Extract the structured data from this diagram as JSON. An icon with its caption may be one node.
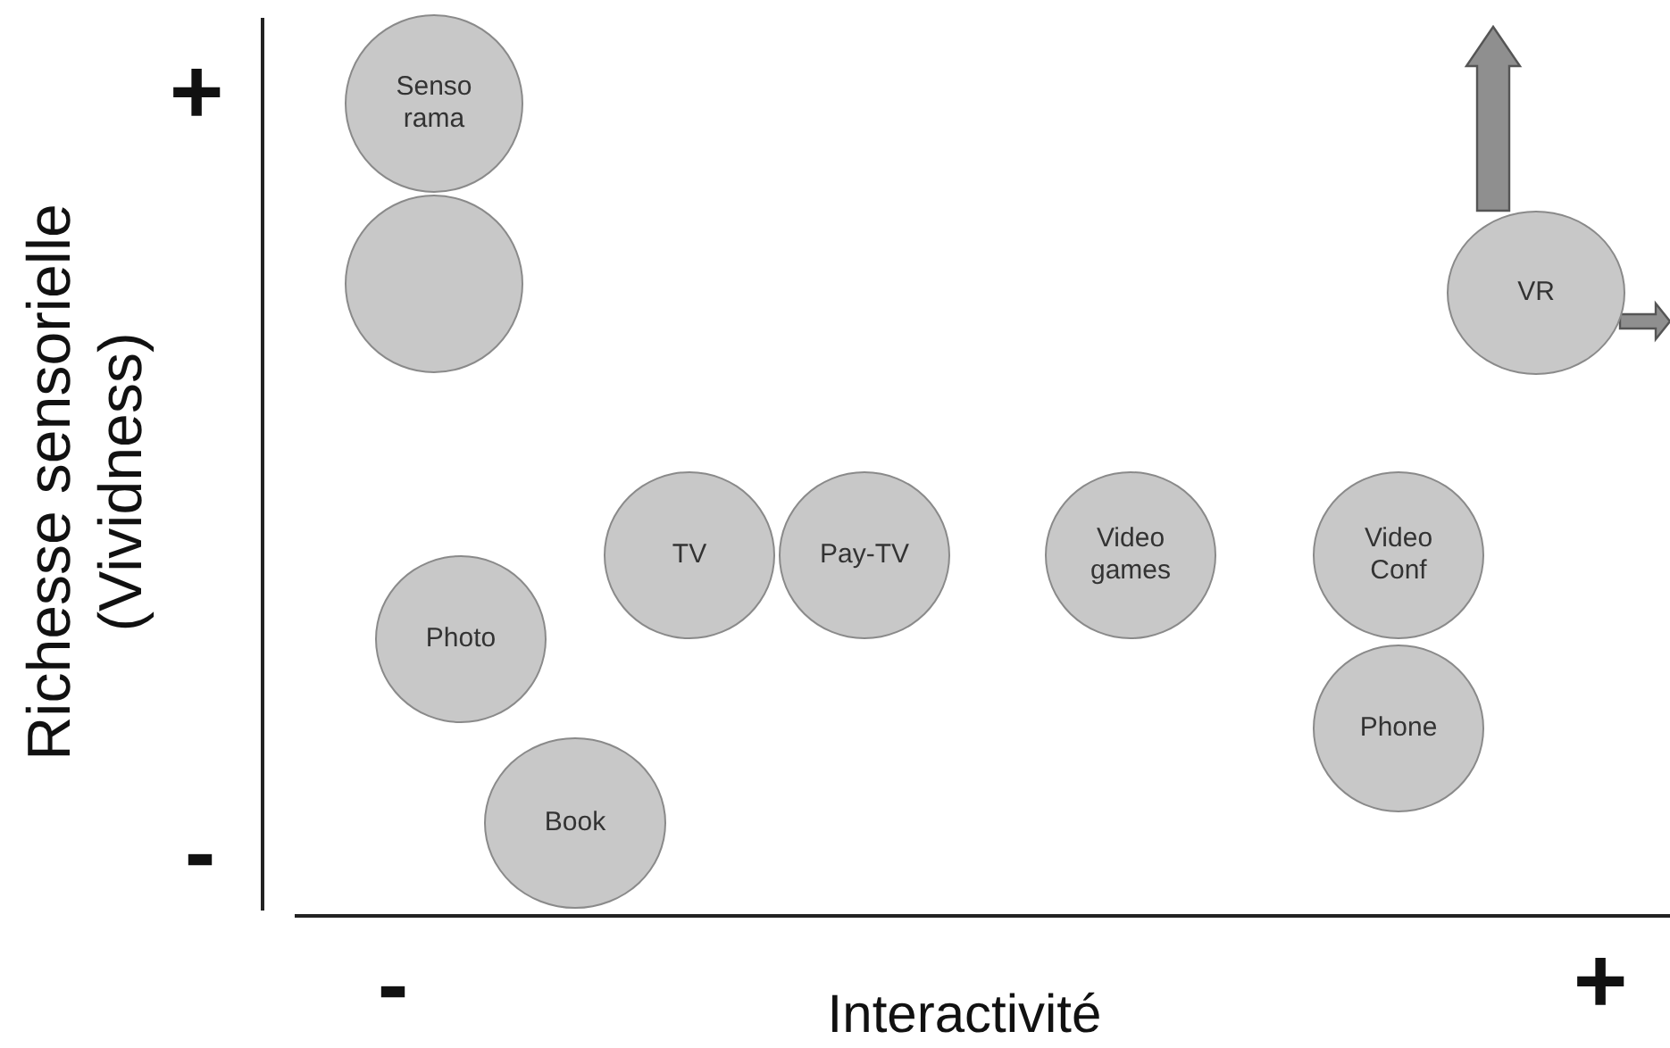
{
  "diagram": {
    "nodes": [
      {
        "text": [
          "Senso rama"
        ]
      },
      {
        "text": [],
        "shape": "circle"
      },
      {
        "text": [
          "VR"
        ]
      },
      {
        "text": [
          "TV"
        ]
      },
      {
        "text": [
          "Pay-TV"
        ]
      },
      {
        "text": [
          "Video games"
        ]
      },
      {
        "text": [
          "Video Conf"
        ]
      },
      {
        "text": [
          "Photo"
        ]
      },
      {
        "text": [
          "Phone"
        ]
      },
      {
        "text": [
          "Book"
        ]
      }
    ],
    "edges": [
      {
        "from": 2,
        "to": null,
        "arrow": "to",
        "style": "thick"
      },
      {
        "from": 2,
        "to": null,
        "arrow": "to"
      }
    ],
    "labels": [
      "+",
      "Richesse sensorielle (Vividness)",
      "-",
      "-",
      "Interactivité",
      "+"
    ]
  }
}
